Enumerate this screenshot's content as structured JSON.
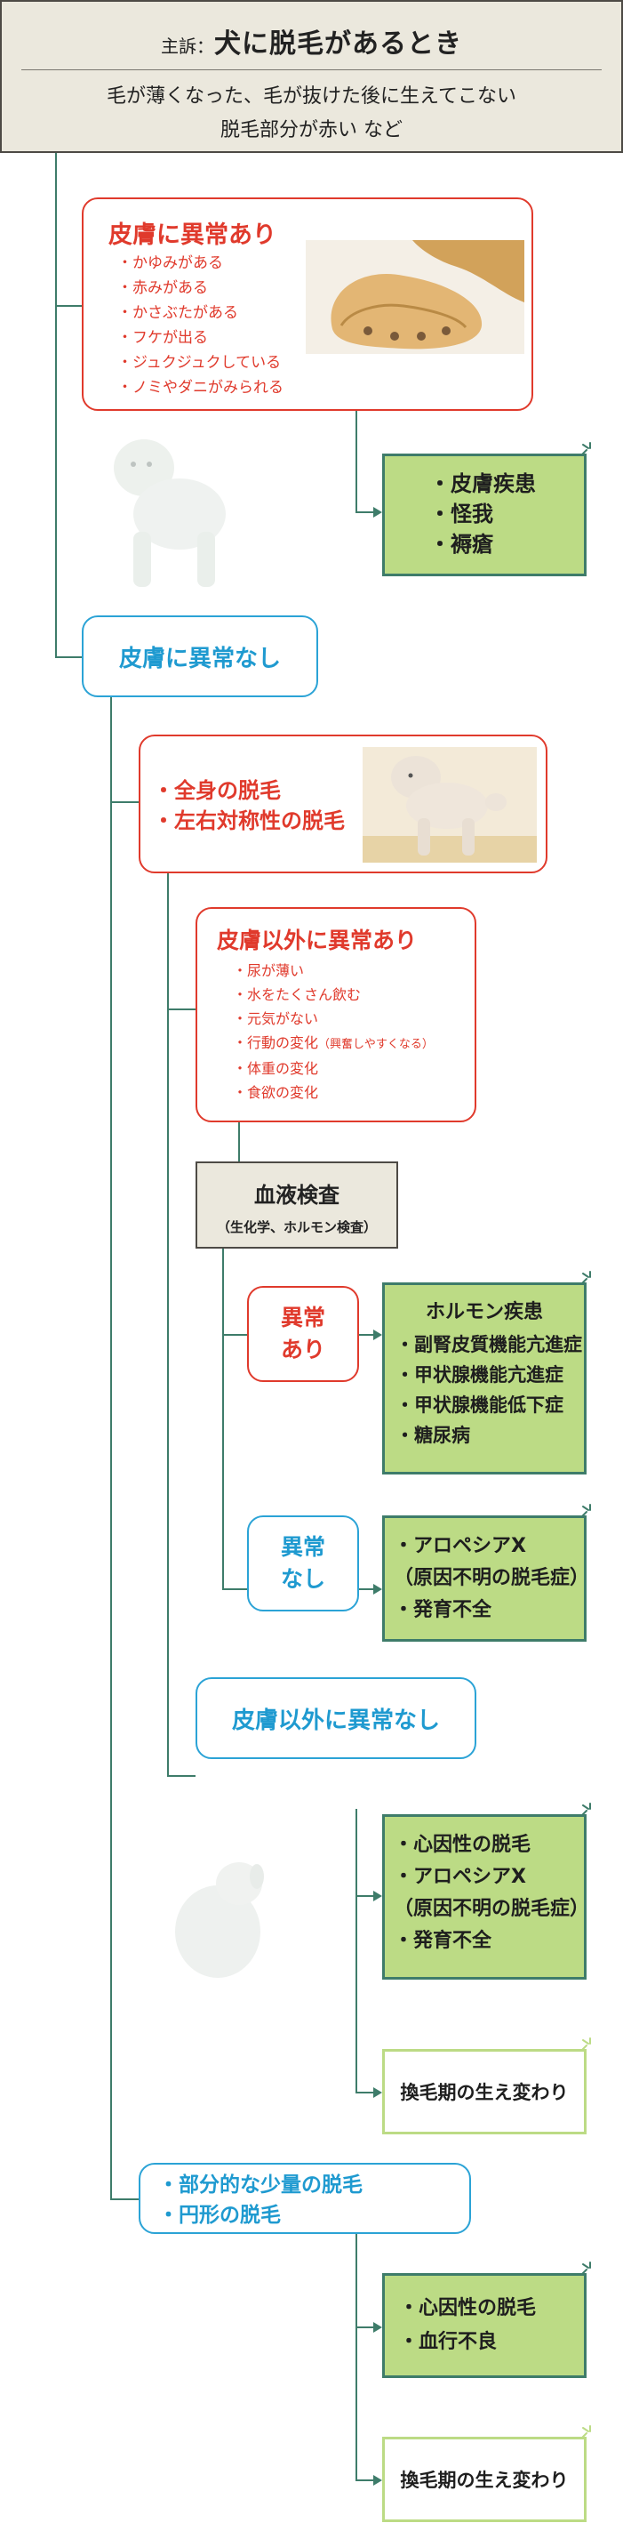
{
  "header": {
    "label": "主訴：",
    "title": "犬に脱毛があるとき",
    "subtitle_line1": "毛が薄くなった、毛が抜けた後に生えてこない",
    "subtitle_line2": "脱毛部分が赤い など"
  },
  "skin_abnormal": {
    "heading": "皮膚に異常あり",
    "items": [
      "・かゆみがある",
      "・赤みがある",
      "・かさぶたがある",
      "・フケが出る",
      "・ジュクジュクしている",
      "・ノミやダニがみられる"
    ],
    "result": [
      "・皮膚疾患",
      "・怪我",
      "・褥瘡"
    ]
  },
  "skin_normal": {
    "heading": "皮膚に異常なし"
  },
  "whole_body": {
    "lines": [
      "・全身の脱毛",
      "・左右対称性の脱毛"
    ]
  },
  "non_skin_abnormal": {
    "heading": "皮膚以外に異常あり",
    "items": [
      "・尿が薄い",
      "・水をたくさん飲む",
      "・元気がない",
      "・体重の変化",
      "・食欲の変化"
    ],
    "behavior_item": "・行動の変化",
    "behavior_note": "（興奮しやすくなる）"
  },
  "blood_test": {
    "title": "血液検査",
    "note": "（生化学、ホルモン検査）"
  },
  "abnormal_result": {
    "label_line1": "異常",
    "label_line2": "あり",
    "title": "ホルモン疾患",
    "items": [
      "・副腎皮質機能亢進症",
      "・甲状腺機能亢進症",
      "・甲状腺機能低下症",
      "・糖尿病"
    ]
  },
  "normal_result": {
    "label_line1": "異常",
    "label_line2": "なし",
    "items": [
      "・アロペシアX",
      "（原因不明の脱毛症）",
      "・発育不全"
    ]
  },
  "non_skin_normal": {
    "heading": "皮膚以外に異常なし",
    "result": [
      "・心因性の脱毛",
      "・アロペシアX",
      "（原因不明の脱毛症）",
      "・発育不全"
    ],
    "molting": "換毛期の生え変わり"
  },
  "partial": {
    "lines": [
      "・部分的な少量の脱毛",
      "・円形の脱毛"
    ],
    "result": [
      "・心因性の脱毛",
      "・血行不良"
    ],
    "molting": "換毛期の生え変わり"
  },
  "colors": {
    "red": "#e03a2c",
    "blue": "#2ba3d6",
    "green_fill": "#bcdb85",
    "green_line": "#3e7c6a",
    "beige": "#ebe8dd"
  }
}
